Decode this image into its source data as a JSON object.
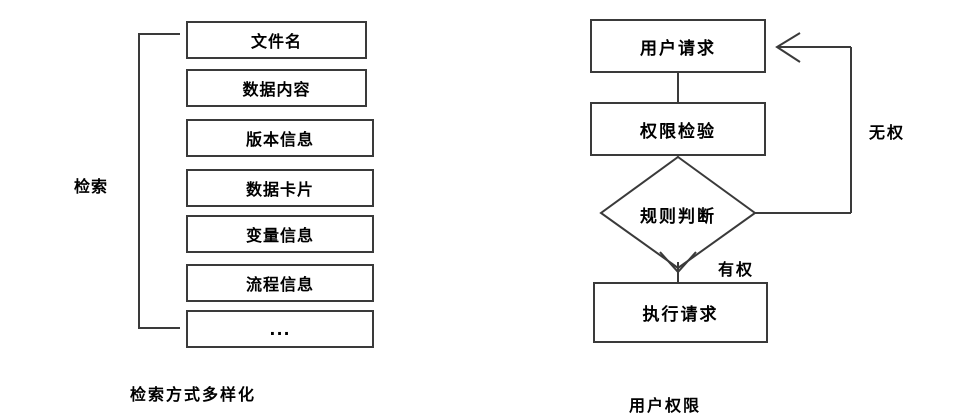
{
  "left_figure": {
    "side_label": "检索",
    "caption": "检索方式多样化",
    "items": [
      {
        "label": "文件名"
      },
      {
        "label": "数据内容"
      },
      {
        "label": "版本信息"
      },
      {
        "label": "数据卡片"
      },
      {
        "label": "变量信息"
      },
      {
        "label": "流程信息"
      },
      {
        "label": "..."
      }
    ]
  },
  "right_figure": {
    "caption": "用户权限",
    "nodes": {
      "request": "用户请求",
      "check": "权限检验",
      "decision": "规则判断",
      "execute": "执行请求"
    },
    "edge_labels": {
      "denied": "无权",
      "granted": "有权"
    }
  },
  "colors": {
    "stroke": "#3a3a3a",
    "text": "#000000",
    "background": "#ffffff"
  }
}
